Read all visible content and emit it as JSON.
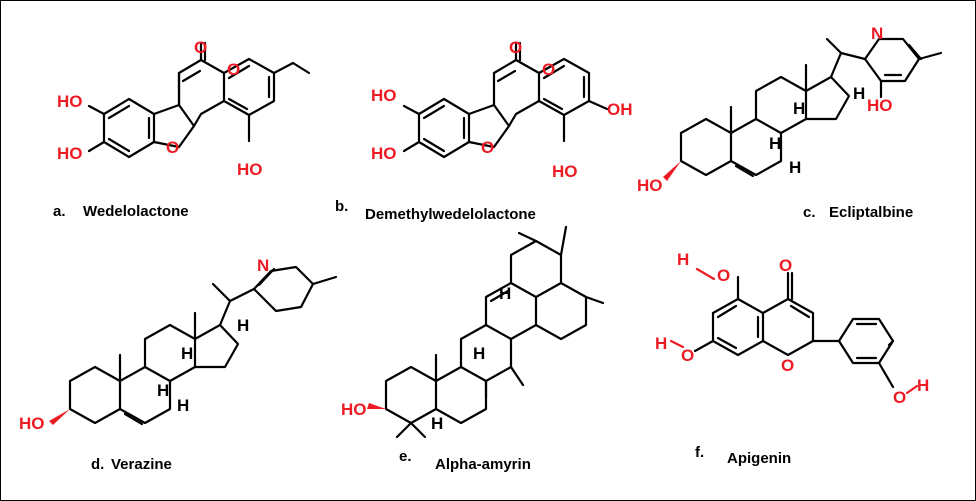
{
  "colors": {
    "heteroatom": "#ed1c24",
    "bond": "#000000",
    "border": "#000000",
    "background": "#ffffff"
  },
  "captions": {
    "a": {
      "letter": "a.",
      "name": "Wedelolactone"
    },
    "b": {
      "letter": "b.",
      "name": "Demethylwedelolactone"
    },
    "c": {
      "letter": "c.",
      "name": "Ecliptalbine"
    },
    "d": {
      "letter": "d.",
      "name": "Verazine"
    },
    "e": {
      "letter": "e.",
      "name": "Alpha-amyrin"
    },
    "f": {
      "letter": "f.",
      "name": "Apigenin"
    }
  },
  "atoms": {
    "a": {
      "carbonyl_o": "O",
      "ring_o": "O",
      "furan_o": "O",
      "ho1": "HO",
      "ho2": "HO",
      "ho3": "HO"
    },
    "b": {
      "carbonyl_o": "O",
      "ring_o": "O",
      "furan_o": "O",
      "ho1": "HO",
      "ho2": "HO",
      "ho3": "HO",
      "oh4": "OH"
    },
    "c": {
      "n": "N",
      "ho_pyr": "HO",
      "ho_steroid": "HO",
      "h1": "H",
      "h2": "H",
      "h3": "H",
      "h4": "H"
    },
    "d": {
      "n": "N",
      "ho": "HO",
      "h1": "H",
      "h2": "H",
      "h3": "H",
      "h4": "H"
    },
    "e": {
      "ho": "HO",
      "h1": "H",
      "h2": "H",
      "h3": "H"
    },
    "f": {
      "h_a": "H",
      "o_a": "O",
      "carbonyl_o": "O",
      "h_b": "H",
      "o_b": "O",
      "ring_o": "O",
      "o_c": "O",
      "h_c": "H"
    }
  }
}
